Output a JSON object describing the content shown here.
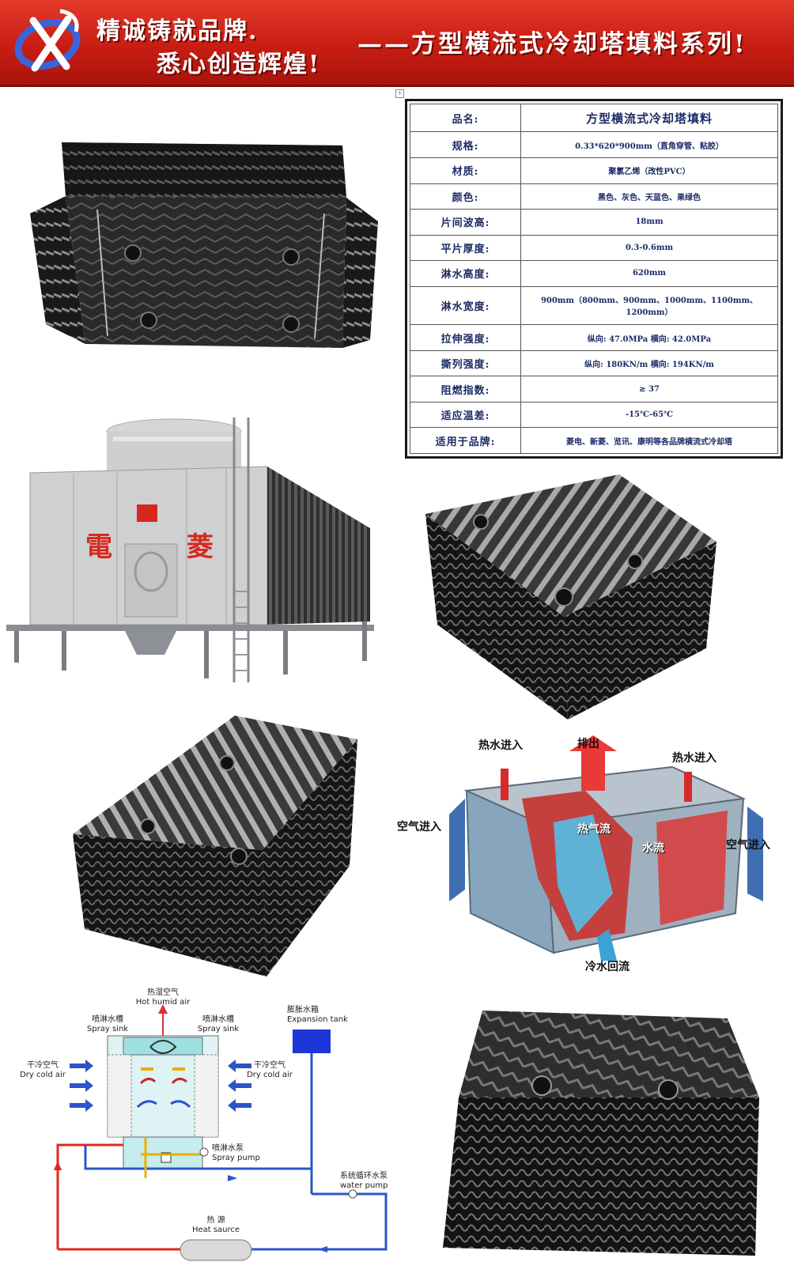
{
  "banner": {
    "slogan_line1": "精诚铸就品牌.",
    "slogan_line2": "悉心创造辉煌!",
    "series_title": "——方型横流式冷却塔填料系列!"
  },
  "spec_table": [
    {
      "key": "品名:",
      "value": "方型横流式冷却塔填料"
    },
    {
      "key": "规格:",
      "value": "0.33*620*900mm（直角穿管、粘胶）"
    },
    {
      "key": "材质:",
      "value": "聚氯乙烯（改性PVC）"
    },
    {
      "key": "颜色:",
      "value": "黑色、灰色、天蓝色、果绿色"
    },
    {
      "key": "片间波高:",
      "value": "18mm"
    },
    {
      "key": "平片厚度:",
      "value": "0.3-0.6mm"
    },
    {
      "key": "淋水高度:",
      "value": "620mm"
    },
    {
      "key": "淋水宽度:",
      "value": "900mm（800mm、900mm、1000mm、1100mm、1200mm）"
    },
    {
      "key": "拉伸强度:",
      "value": "纵向: 47.0MPa  横向: 42.0MPa"
    },
    {
      "key": "撕列强度:",
      "value": "纵向: 180KN/m  横向: 194KN/m"
    },
    {
      "key": "阻燃指数:",
      "value": "≥ 37"
    },
    {
      "key": "适应温差:",
      "value": "-15℃-65℃"
    },
    {
      "key": "适用于品牌:",
      "value": "菱电、新菱、览讯、康明等各品牌横流式冷却塔"
    }
  ],
  "tower_photo": {
    "brand_left": "電",
    "brand_right": "菱"
  },
  "flow_diagram": {
    "exhaust": "排出",
    "hot_in_left": "热水进入",
    "hot_in_right": "热水进入",
    "air_in_left": "空气进入",
    "air_in_right": "空气进入",
    "hot_air_flow": "热气流",
    "water_flow": "水流",
    "cold_return": "冷水回流"
  },
  "schematic": {
    "hot_humid_cn": "热湿空气",
    "hot_humid_en": "Hot humid air",
    "spray_sink_l_cn": "喷淋水槽",
    "spray_sink_l_en": "Spray sink",
    "spray_sink_r_cn": "喷淋水槽",
    "spray_sink_r_en": "Spray sink",
    "dry_air_l_cn": "干冷空气",
    "dry_air_l_en": "Dry cold air",
    "dry_air_r_cn": "干冷空气",
    "dry_air_r_en": "Dry cold air",
    "expansion_cn": "膨胀水箱",
    "expansion_en": "Expansion tank",
    "spray_pump_cn": "喷淋水泵",
    "spray_pump_en": "Spray pump",
    "water_pump_cn": "系统循环水泵",
    "water_pump_en": "water pump",
    "heat_source_cn": "热  源",
    "heat_source_en": "Heat saurce"
  },
  "colors": {
    "banner_red": "#c81d13",
    "table_text": "#1c2b66",
    "fill_black": "#1e1e1e",
    "pipe_red": "#e0281e",
    "pipe_blue": "#1f47d6"
  }
}
